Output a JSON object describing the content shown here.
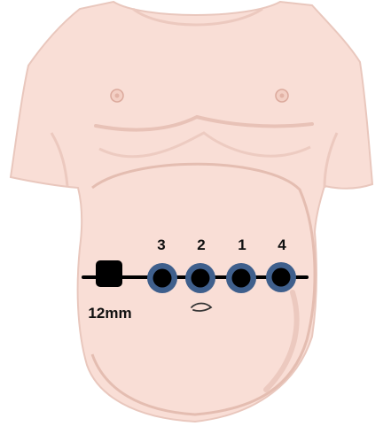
{
  "diagram": {
    "port_labels": {
      "port_3": "3",
      "port_2": "2",
      "port_1": "1",
      "port_4": "4"
    },
    "trocar_label": "12mm",
    "colors": {
      "skin": "#f9ded6",
      "skin_outline": "#e9c7bd",
      "skin_shadow": "#ecc9bf",
      "port_ring": "#3f5f8c",
      "port_fill": "#000000",
      "trocar_fill": "#000000",
      "incision_line": "#000000"
    }
  }
}
